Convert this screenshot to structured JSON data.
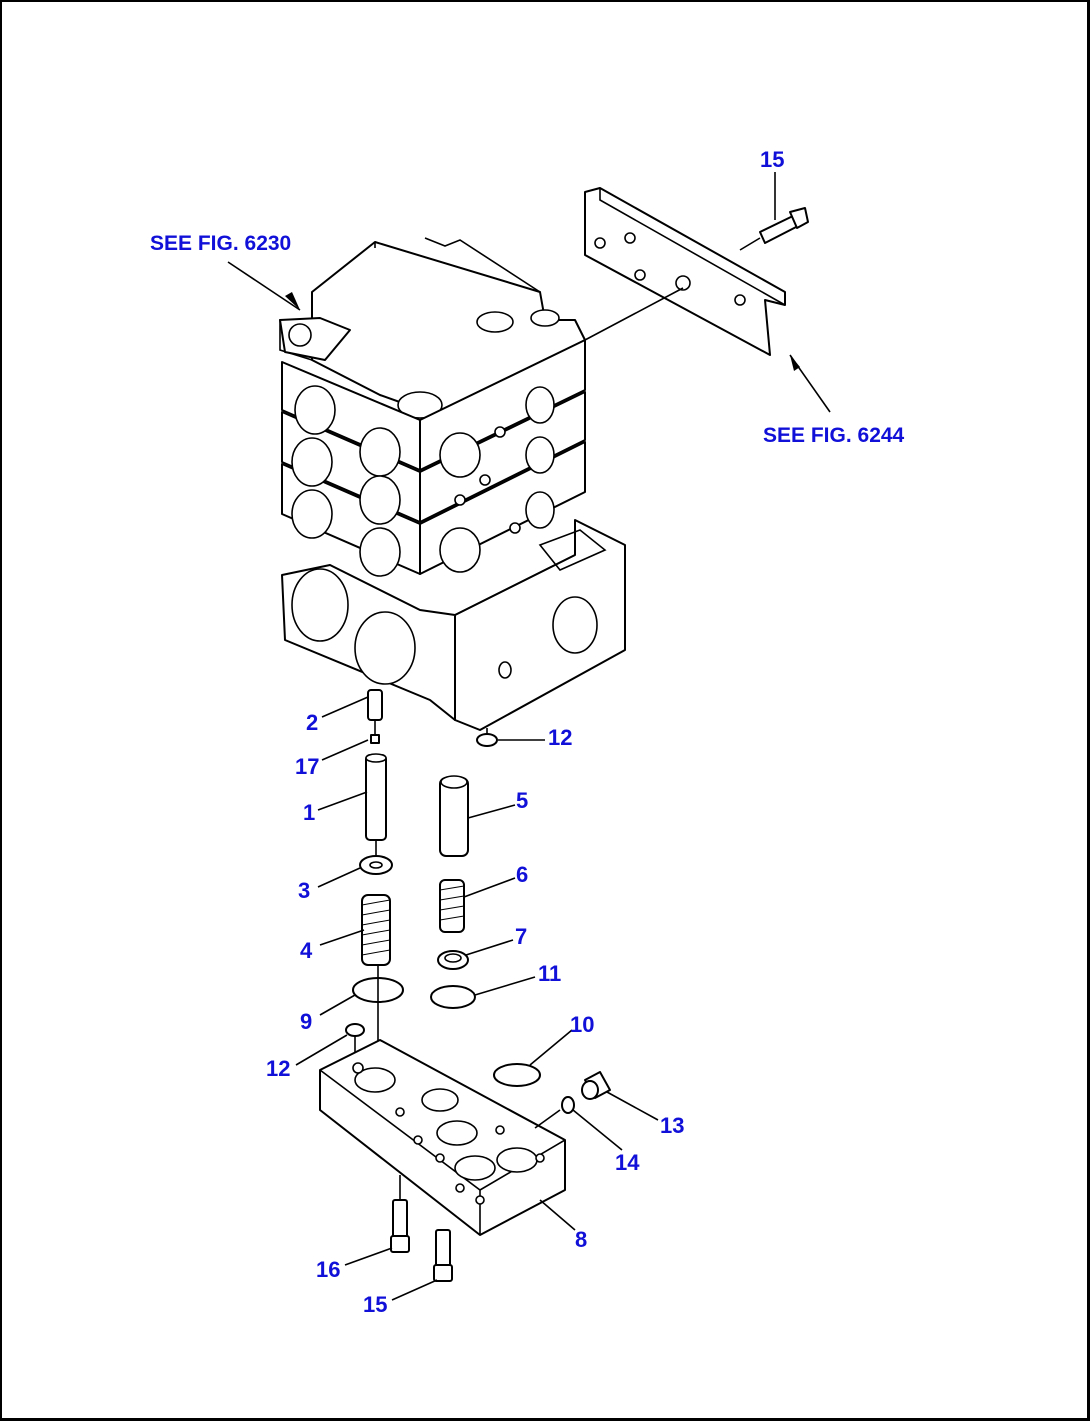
{
  "references": [
    {
      "text": "SEE FIG. 6230"
    },
    {
      "text": "SEE FIG. 6244"
    }
  ],
  "callouts": [
    {
      "num": "15"
    },
    {
      "num": "2"
    },
    {
      "num": "17"
    },
    {
      "num": "1"
    },
    {
      "num": "12"
    },
    {
      "num": "5"
    },
    {
      "num": "3"
    },
    {
      "num": "6"
    },
    {
      "num": "4"
    },
    {
      "num": "7"
    },
    {
      "num": "11"
    },
    {
      "num": "9"
    },
    {
      "num": "10"
    },
    {
      "num": "12"
    },
    {
      "num": "13"
    },
    {
      "num": "14"
    },
    {
      "num": "8"
    },
    {
      "num": "16"
    },
    {
      "num": "15"
    }
  ]
}
